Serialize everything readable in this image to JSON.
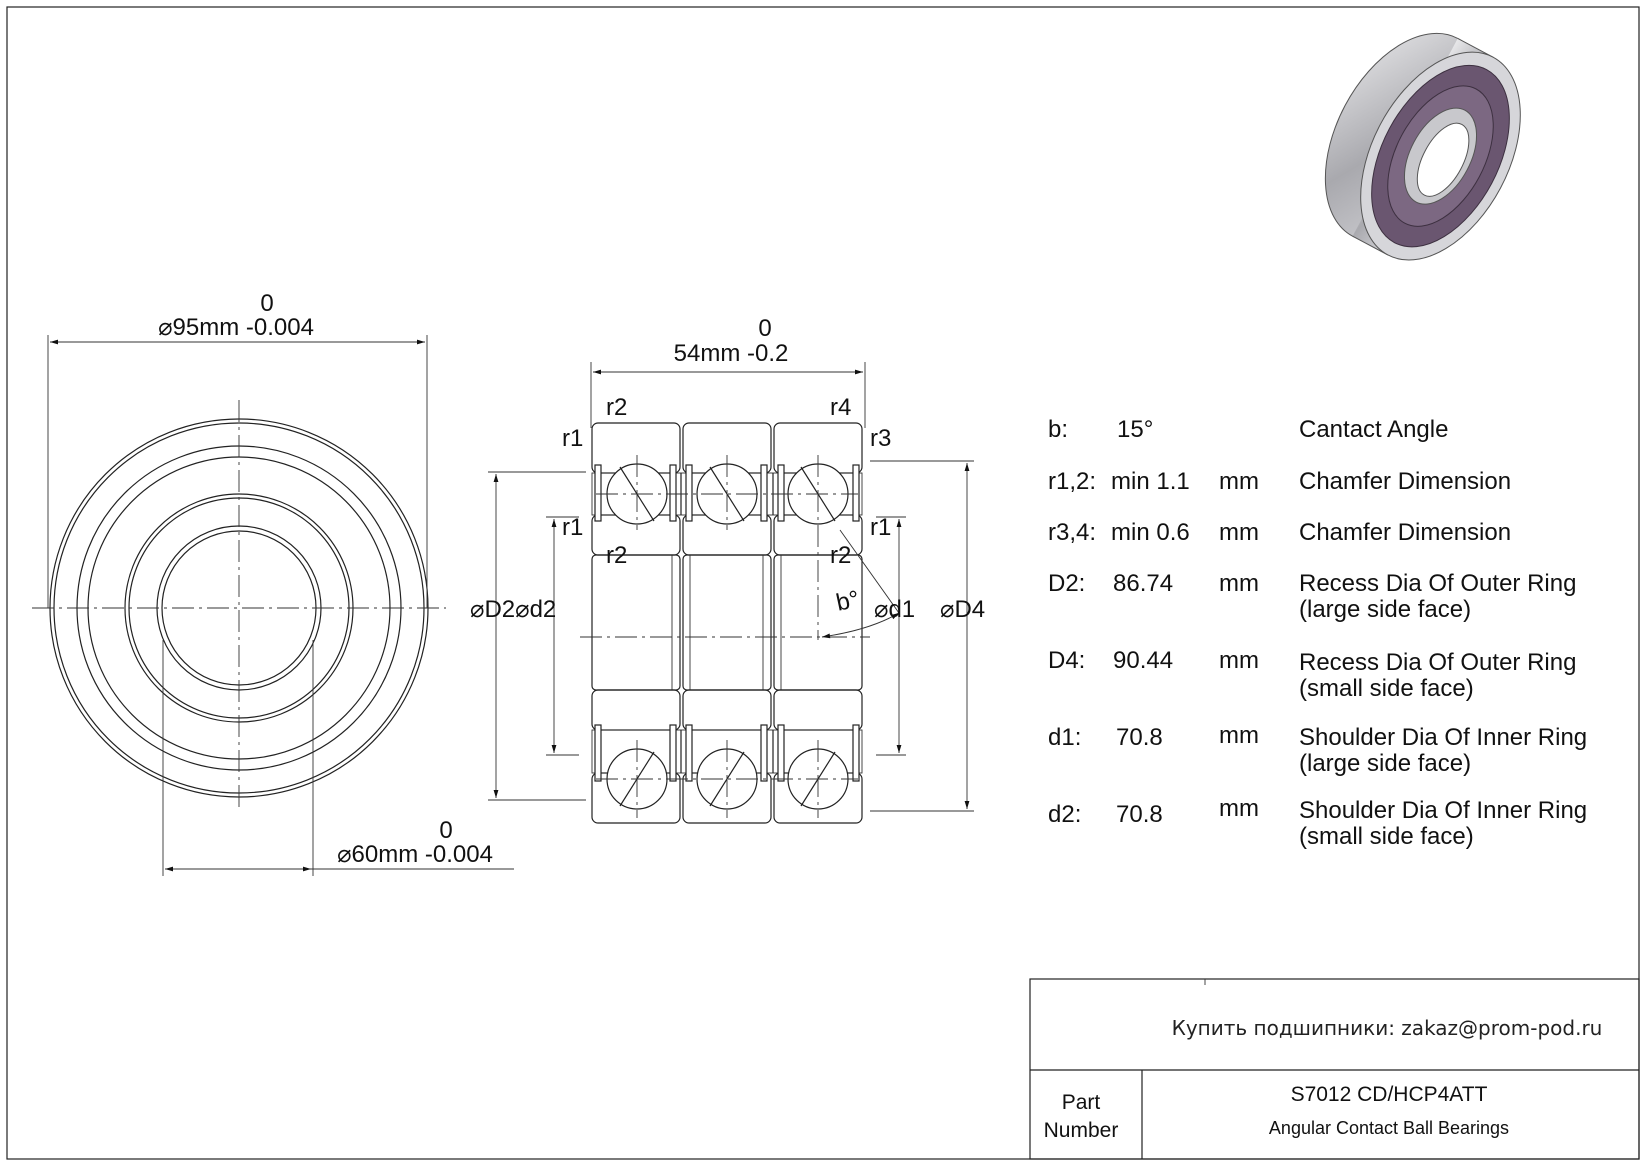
{
  "front_view": {
    "outer_dia_tol_upper": "0",
    "outer_dia_label": "⌀95mm -0.004",
    "bore_tol_upper": "0",
    "bore_label": "⌀60mm -0.004"
  },
  "section_view": {
    "width_tol_upper": "0",
    "width_label": "54mm -0.2",
    "labels": {
      "r2_top": "r2",
      "r4_top": "r4",
      "r1_top_left": "r1",
      "r3_top_right": "r3",
      "r1_mid_left": "r1",
      "r1_mid_right": "r1",
      "r2_mid_left": "r2",
      "r2_mid_right": "r2",
      "b_angle": "b°",
      "d2_pair": "⌀D2⌀d2",
      "d1": "⌀d1",
      "d4": "⌀D4"
    }
  },
  "spec_table": [
    {
      "symbol": "b:",
      "value": "15°",
      "unit": "",
      "desc": "Cantact Angle",
      "desc2": ""
    },
    {
      "symbol": "r1,2:",
      "value": "min 1.1",
      "unit": "mm",
      "desc": "Chamfer Dimension",
      "desc2": ""
    },
    {
      "symbol": "r3,4:",
      "value": "min 0.6",
      "unit": "mm",
      "desc": "Chamfer Dimension",
      "desc2": ""
    },
    {
      "symbol": "D2:",
      "value": "86.74",
      "unit": "mm",
      "desc": "Recess Dia Of Outer Ring",
      "desc2": "(large side face)"
    },
    {
      "symbol": "D4:",
      "value": "90.44",
      "unit": "mm",
      "desc": "Recess Dia Of Outer Ring",
      "desc2": "(small side face)"
    },
    {
      "symbol": "d1:",
      "value": "70.8",
      "unit": "mm",
      "desc": "Shoulder Dia Of Inner Ring",
      "desc2": "(large side face)"
    },
    {
      "symbol": "d2:",
      "value": "70.8",
      "unit": "mm",
      "desc": "Shoulder Dia Of Inner Ring",
      "desc2": "(small side face)"
    }
  ],
  "title_block": {
    "contact": "Купить подшипники: zakaz@prom-pod.ru",
    "part_label_line1": "Part",
    "part_label_line2": "Number",
    "part_number": "S7012 CD/HCP4ATT",
    "part_type": "Angular Contact Ball Bearings"
  },
  "colors": {
    "line": "#222222",
    "seal": "#6a5670",
    "body": "#b9b9bd"
  }
}
